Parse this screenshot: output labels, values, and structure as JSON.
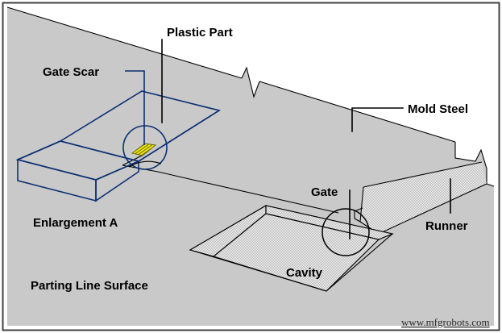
{
  "figure": {
    "title": "Injection mold gate and runner cross-section diagram",
    "border_color": "#404040",
    "background_color": "#ffffff"
  },
  "colors": {
    "mold_steel_fill": "#c9c9c9",
    "mold_steel_top_fill": "#cccccc",
    "cavity_fill": "#e8e8e8",
    "runner_fill": "#e4e4e4",
    "plastic_part_fill": "#1e90f5",
    "plastic_part_edge": "#0c2f72",
    "gate_scar_fill": "#e8e000",
    "outline": "#000000"
  },
  "labels": {
    "plastic_part": "Plastic Part",
    "gate_scar": "Gate Scar",
    "mold_steel": "Mold Steel",
    "enlargement_a": "Enlargement A",
    "parting_line_surface": "Parting Line Surface",
    "gate": "Gate",
    "runner": "Runner",
    "cavity": "Cavity"
  },
  "watermark": {
    "text": "www.mfgrobots.com"
  }
}
